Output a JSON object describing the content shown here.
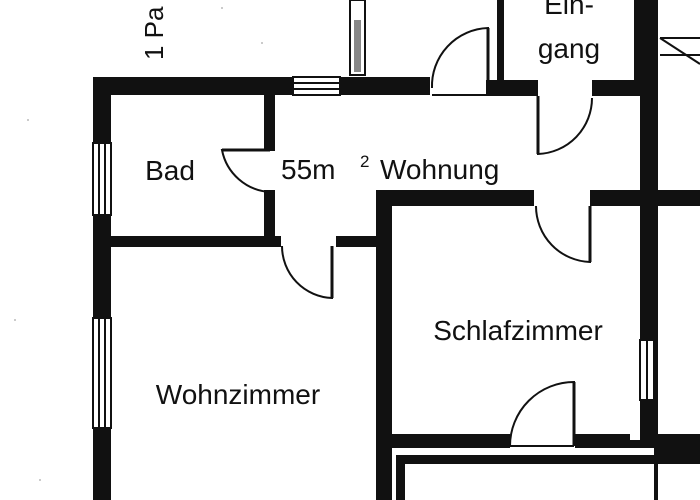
{
  "floorplan": {
    "parking_label": "1 Pa",
    "entrance_label_line1": "Ein-",
    "entrance_label_line2": "gang",
    "bathroom_label": "Bad",
    "apartment_area": "55m",
    "area_superscript": "2",
    "apartment_word": "Wohnung",
    "bedroom_label": "Schlafzimmer",
    "living_room_label": "Wohnzimmer"
  },
  "colors": {
    "wall": "#111111",
    "background": "#ffffff"
  }
}
